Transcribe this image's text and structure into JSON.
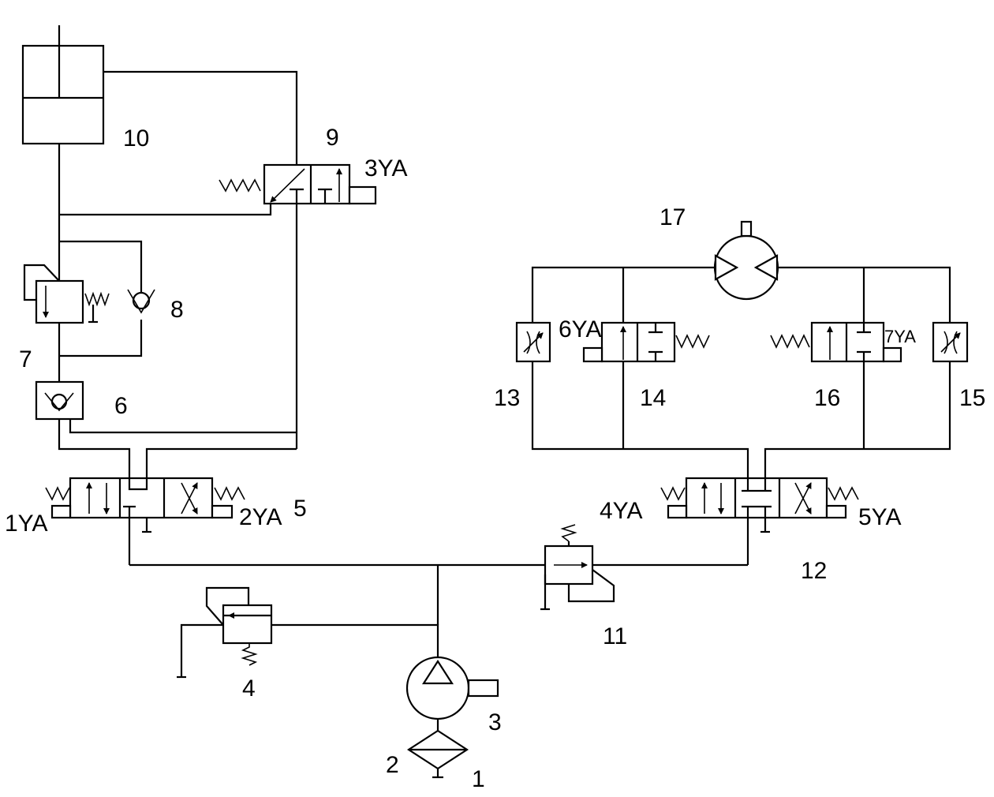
{
  "labels": {
    "n1": "1",
    "n2": "2",
    "n3": "3",
    "n4": "4",
    "n5": "5",
    "n6": "6",
    "n7": "7",
    "n8": "8",
    "n9": "9",
    "n10": "10",
    "n11": "11",
    "n12": "12",
    "n13": "13",
    "n14": "14",
    "n15": "15",
    "n16": "16",
    "n17": "17",
    "s1": "1YA",
    "s2": "2YA",
    "s3": "3YA",
    "s4": "4YA",
    "s5": "5YA",
    "s6": "6YA",
    "s7": "7YA"
  }
}
